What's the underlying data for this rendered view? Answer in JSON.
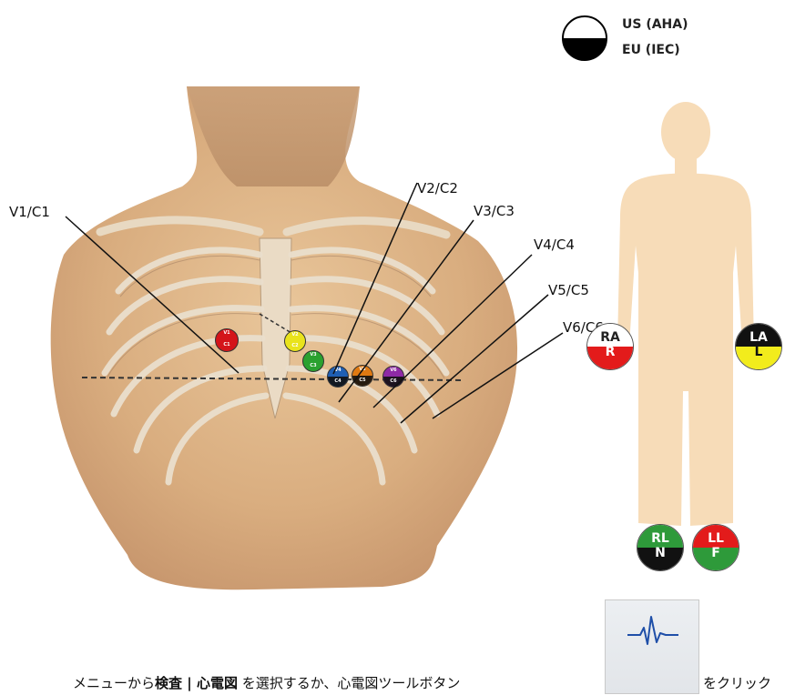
{
  "legend": {
    "us_label": "US (AHA)",
    "eu_label": "EU (IEC)"
  },
  "chest_leads": [
    {
      "label": "V1/C1",
      "top": "V1",
      "bottom": "C1",
      "color": "#d4141a"
    },
    {
      "label": "V2/C2",
      "top": "V2",
      "bottom": "C2",
      "color": "#e9e31c"
    },
    {
      "label": "V3/C3",
      "top": "V3",
      "bottom": "C3",
      "color": "#2aa12f"
    },
    {
      "label": "V4/C4",
      "top": "V4",
      "bottom": "C4",
      "color": "#1f5fb4"
    },
    {
      "label": "V5/C5",
      "top": "V5",
      "bottom": "C5",
      "color": "#e07a12"
    },
    {
      "label": "V6/C6",
      "top": "V6",
      "bottom": "C6",
      "color": "#8e2aa6"
    }
  ],
  "limb_leads": [
    {
      "name": "ra",
      "us": "RA",
      "eu": "R",
      "top_color": "#ffffff",
      "bottom_color": "#e31b1b",
      "top_text_color": "#222222",
      "bottom_text_color": "#ffffff"
    },
    {
      "name": "la",
      "us": "LA",
      "eu": "L",
      "top_color": "#111111",
      "bottom_color": "#f2ec1c",
      "top_text_color": "#ffffff",
      "bottom_text_color": "#111111"
    },
    {
      "name": "rl",
      "us": "RL",
      "eu": "N",
      "top_color": "#2e9a3a",
      "bottom_color": "#111111",
      "top_text_color": "#ffffff",
      "bottom_text_color": "#ffffff"
    },
    {
      "name": "ll",
      "us": "LL",
      "eu": "F",
      "top_color": "#e31b1b",
      "bottom_color": "#2e9a3a",
      "top_text_color": "#ffffff",
      "bottom_text_color": "#ffffff"
    }
  ],
  "caption": {
    "prefix": "メニューから",
    "menu_path": "検査 | 心電図",
    "middle": " を選択するか、心電図ツールボタン",
    "suffix": "をクリック"
  },
  "toolbar_button": {
    "icon": "ecg-waveform-icon"
  }
}
